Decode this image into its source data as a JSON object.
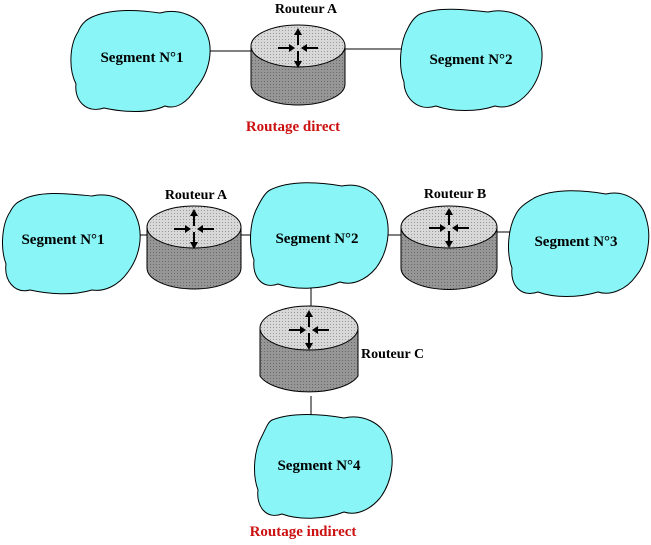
{
  "colors": {
    "cloud_fill": "#89f5f6",
    "router_top": "#cfcfcf",
    "router_side": "#8a8a8a",
    "caption": "#cc1111"
  },
  "direct": {
    "router_a": "Routeur A",
    "segment_1": "Segment N°1",
    "segment_2": "Segment N°2",
    "caption": "Routage direct"
  },
  "indirect": {
    "router_a": "Routeur A",
    "router_b": "Routeur B",
    "router_c": "Routeur C",
    "segment_1": "Segment N°1",
    "segment_2": "Segment N°2",
    "segment_3": "Segment N°3",
    "segment_4": "Segment N°4",
    "caption": "Routage indirect"
  }
}
